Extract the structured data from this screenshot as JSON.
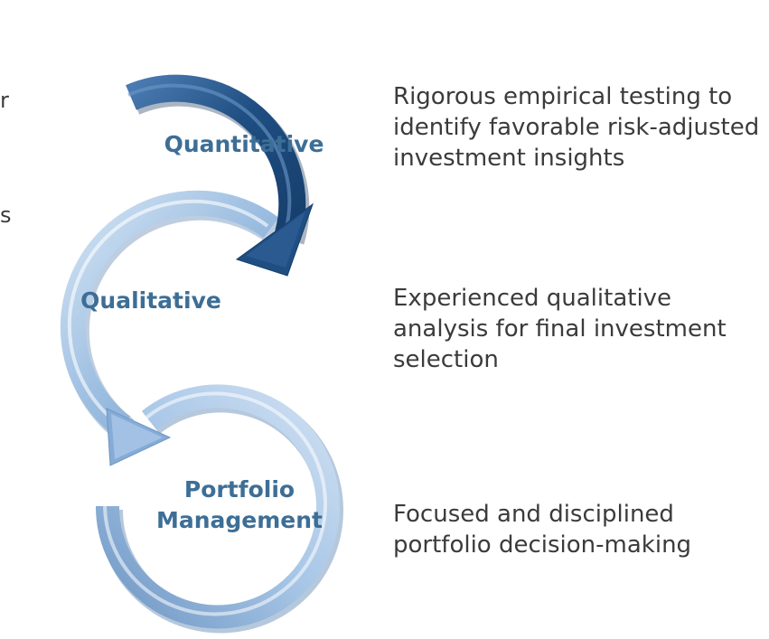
{
  "stages": [
    {
      "label": "Quantitative",
      "description": "Rigorous empirical testing to identify favorable risk-adjusted investment insights"
    },
    {
      "label": "Qualitative",
      "description": "Experienced qualitative analysis for final investment selection"
    },
    {
      "label_line1": "Portfolio",
      "label_line2": "Management",
      "description": "Focused and disciplined portfolio decision-making"
    }
  ],
  "left_edge_fragments": [
    "r",
    "s"
  ],
  "colors": {
    "dark_arrow": "#1f4e82",
    "light_arrow": "#9bbde0",
    "label_text": "#3d6e96",
    "description_text": "#3b3b3b"
  }
}
